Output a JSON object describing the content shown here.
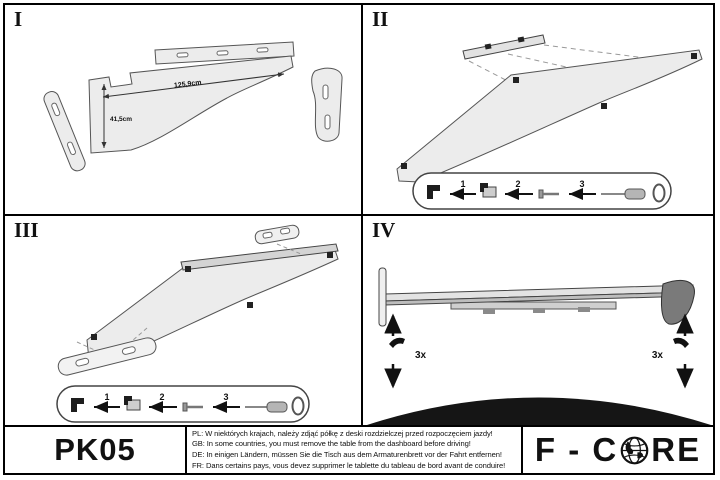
{
  "panels": {
    "p1": {
      "numeral": "I",
      "dim_width": "125,9cm",
      "dim_height": "41,5cm"
    },
    "p2": {
      "numeral": "II",
      "steps": [
        "1",
        "2",
        "3"
      ]
    },
    "p3": {
      "numeral": "III",
      "steps": [
        "1",
        "2",
        "3"
      ]
    },
    "p4": {
      "numeral": "IV",
      "qty_left": "3x",
      "qty_right": "3x"
    }
  },
  "footer": {
    "model": "PK05",
    "notes": [
      "PL: W niektórych krajach, należy zdjąć półkę z deski rozdzielczej przed rozpoczęciem jazdy!",
      "GB: In some countries, you must remove the table from the dashboard before driving!",
      "DE: In einigen Ländern, müssen Sie die Tisch aus dem Armaturenbrett vor der Fahrt entfernen!",
      "FR: Dans certains pays, vous devez supprimer le tablette du tableau de bord avant de conduire!"
    ],
    "brand": {
      "prefix": "F - C",
      "suffix": "RE"
    }
  },
  "icons": {
    "brand_globe": "globe-icon",
    "hardware": [
      "clip-icon",
      "clip-on-box-icon",
      "screw-icon",
      "screwdriver-icon",
      "ring-icon"
    ]
  }
}
